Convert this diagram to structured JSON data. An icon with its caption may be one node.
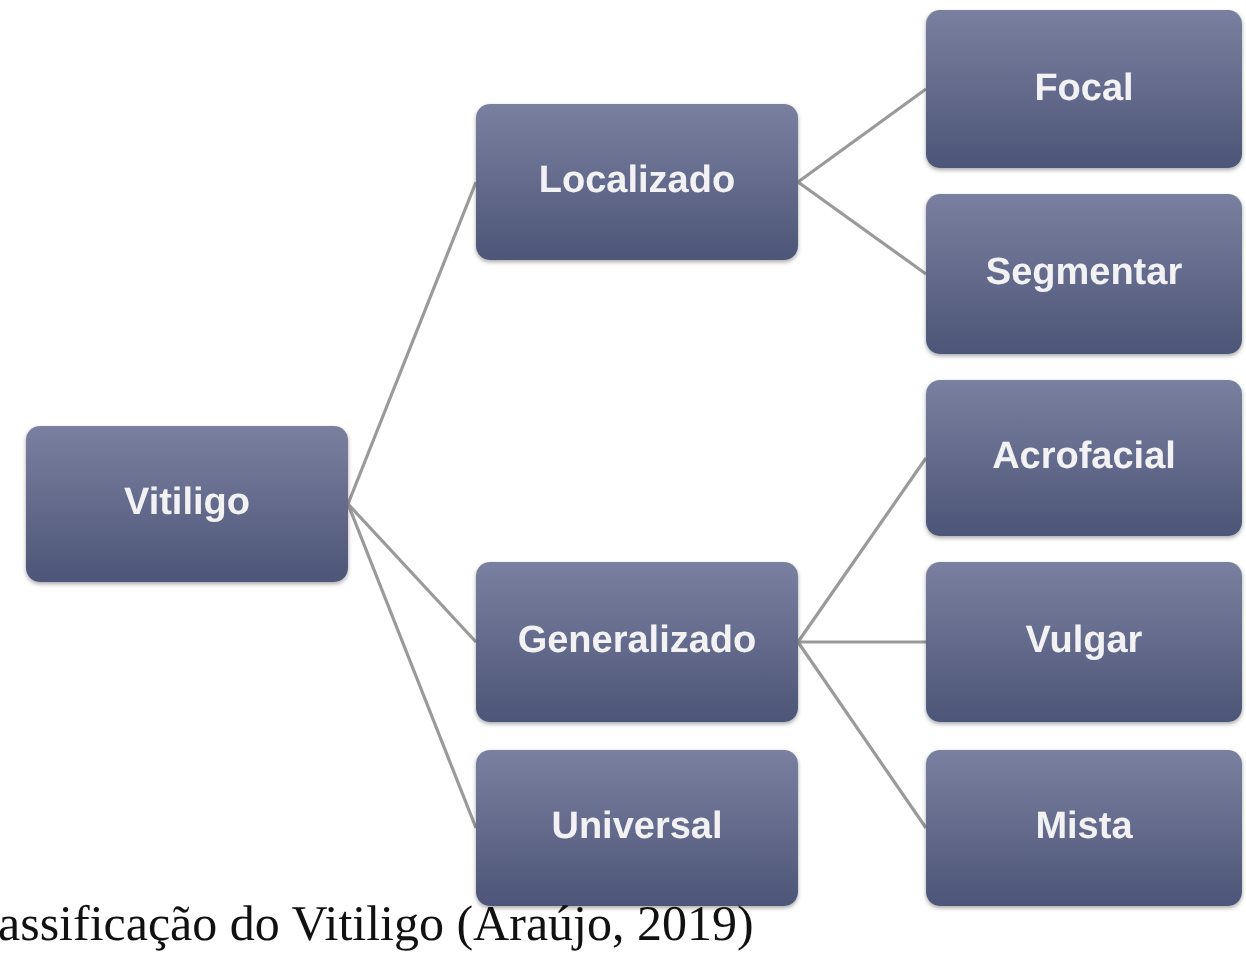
{
  "diagram": {
    "caption": "assificação do Vitiligo (Araújo, 2019)",
    "nodes": [
      {
        "text": [
          "Vitiligo"
        ]
      },
      {
        "text": [
          "Localizado"
        ]
      },
      {
        "text": [
          "Focal"
        ]
      },
      {
        "text": [
          "Segmentar"
        ]
      },
      {
        "text": [
          "Generalizado"
        ]
      },
      {
        "text": [
          "Acrofacial"
        ]
      },
      {
        "text": [
          "Vulgar"
        ]
      },
      {
        "text": [
          "Mista"
        ]
      },
      {
        "text": [
          "Universal"
        ]
      }
    ],
    "edges": [
      {
        "from": 0,
        "to": 1,
        "arrow": "none"
      },
      {
        "from": 1,
        "to": 2,
        "arrow": "none"
      },
      {
        "from": 1,
        "to": 3,
        "arrow": "none"
      },
      {
        "from": 0,
        "to": 4,
        "arrow": "none"
      },
      {
        "from": 4,
        "to": 5,
        "arrow": "none"
      },
      {
        "from": 4,
        "to": 6,
        "arrow": "none"
      },
      {
        "from": 4,
        "to": 7,
        "arrow": "none"
      },
      {
        "from": 0,
        "to": 8,
        "arrow": "none"
      }
    ]
  }
}
